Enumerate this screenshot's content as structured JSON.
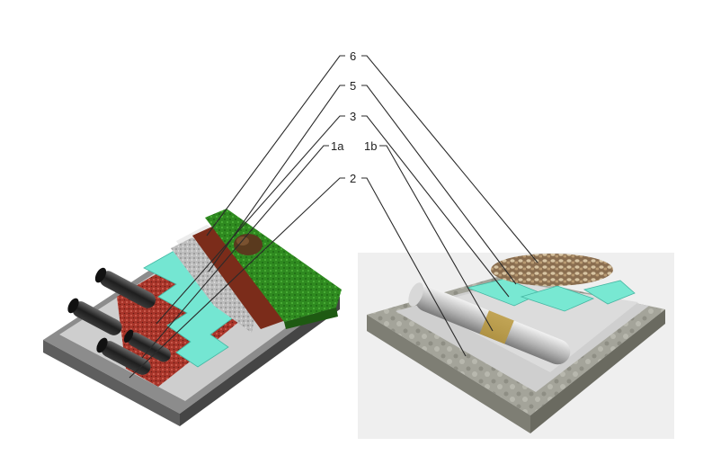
{
  "labels": {
    "l6": "6",
    "l5": "5",
    "l3": "3",
    "l1a": "1a",
    "l1b": "1b",
    "l2": "2"
  },
  "colors": {
    "grass": "#2e8b22",
    "soil": "#7a2e1c",
    "gravel": "#b8b8b8",
    "insulation": "#6fe3cf",
    "membrane_red": "#b33a2a",
    "roll": "#2b2b2b",
    "concrete": "#9a9a90",
    "pebbles": "#a08a6a"
  }
}
